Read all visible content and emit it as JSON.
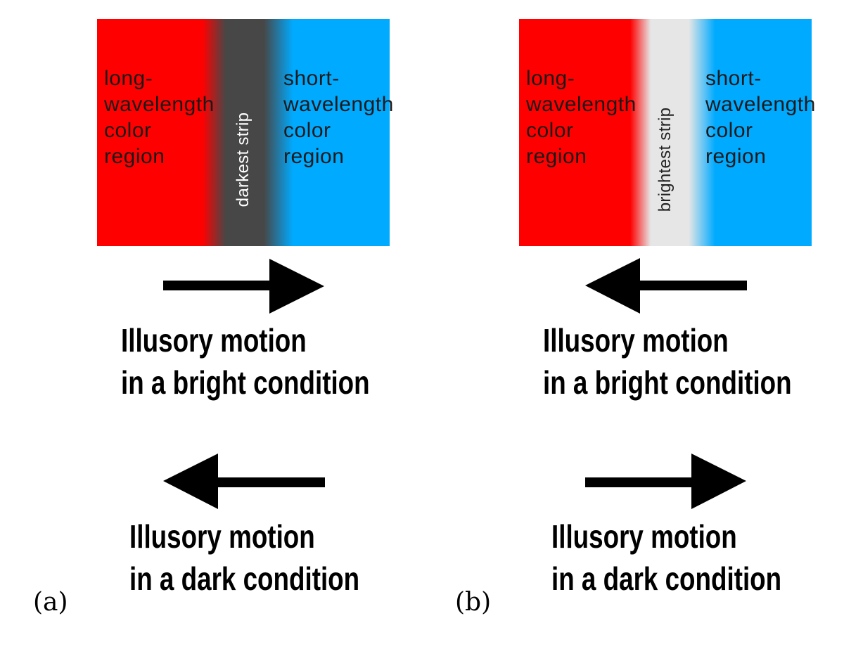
{
  "panels": [
    {
      "id": "a",
      "letter": "(a)",
      "left_region_label": "long-\nwavelength\ncolor\nregion",
      "right_region_label": "short-\nwavelength\ncolor\nregion",
      "strip_label": "darkest strip",
      "strip_color": "#474747",
      "top_arrow_direction": "right",
      "bottom_arrow_direction": "left",
      "bright_caption_line1": "Illusory motion",
      "bright_caption_line2": "in a bright condition",
      "dark_caption_line1": "Illusory motion",
      "dark_caption_line2": "in a dark condition"
    },
    {
      "id": "b",
      "letter": "(b)",
      "left_region_label": "long-\nwavelength\ncolor\nregion",
      "right_region_label": "short-\nwavelength\ncolor\nregion",
      "strip_label": "brightest strip",
      "strip_color": "#e6e6e6",
      "top_arrow_direction": "left",
      "bottom_arrow_direction": "right",
      "bright_caption_line1": "Illusory motion",
      "bright_caption_line2": "in a bright condition",
      "dark_caption_line1": "Illusory motion",
      "dark_caption_line2": "in a dark condition"
    }
  ],
  "colors": {
    "long_wavelength": "#ff0000",
    "short_wavelength": "#00aaff",
    "arrow": "#000000"
  }
}
